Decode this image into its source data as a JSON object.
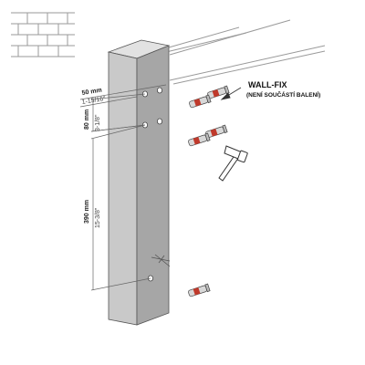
{
  "product": {
    "label": "WALL-FIX",
    "note": "(NENÍ SOUČÁSTÍ BALENÍ)"
  },
  "dimensions": {
    "top_width_mm": "50 mm",
    "top_width_in": "1-15/16\"",
    "upper_spacing_mm": "80 mm",
    "upper_spacing_in": "3-1/8\"",
    "lower_spacing_mm": "390 mm",
    "lower_spacing_in": "15-3/8\""
  },
  "icons": {
    "wall": "brick-wall-icon",
    "tool": "hammer-icon"
  },
  "colors": {
    "post_front": "#c9c9c9",
    "post_side": "#a6a6a6",
    "post_top": "#e2e2e2",
    "anchor_red": "#c0392b",
    "line": "#333333"
  }
}
